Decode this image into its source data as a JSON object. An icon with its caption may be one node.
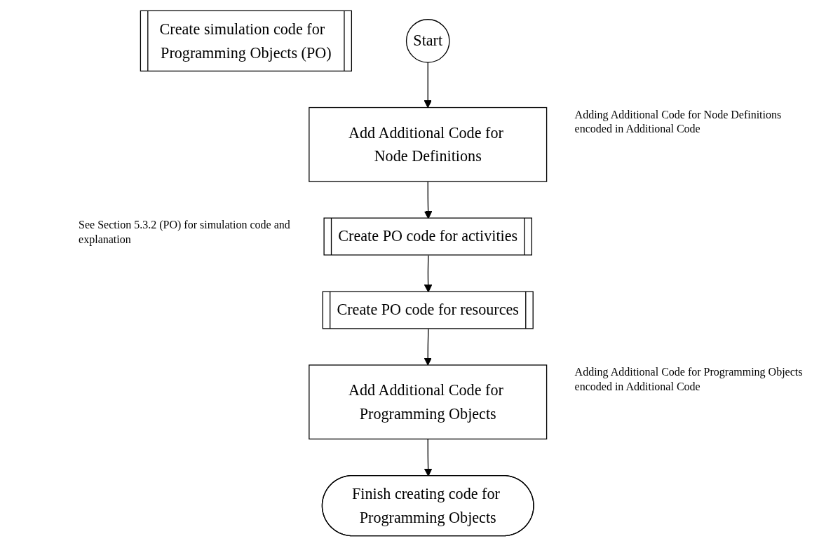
{
  "diagram": {
    "nodes": [
      {
        "text": [
          "Create simulation code for  Programming Objects (PO)"
        ]
      },
      {
        "text": [
          "Start"
        ]
      },
      {
        "text": [
          "Add Additional Code for Node Definitions"
        ],
        "beside": [
          "Adding Additional Code for Node Definitions encoded in Additional Code"
        ]
      },
      {
        "text": [
          "Create PO code for activities"
        ],
        "beside": [
          "See Section 5.3.2 (PO) for simulation code and explanation"
        ]
      },
      {
        "text": [
          "Create PO code for resources"
        ]
      },
      {
        "text": [
          "Add Additional Code for Programming Objects"
        ],
        "beside": [
          "Adding Additional Code for Programming Objects encoded in Additional Code"
        ]
      },
      {
        "text": [
          "Finish creating code for Programming Objects"
        ]
      }
    ],
    "edges": [
      {
        "from": 1,
        "to": 2,
        "arrow": "to"
      },
      {
        "from": 2,
        "to": 3,
        "arrow": "to"
      },
      {
        "from": 3,
        "to": 4,
        "arrow": "to"
      },
      {
        "from": 4,
        "to": 5,
        "arrow": "to"
      },
      {
        "from": 5,
        "to": 6,
        "arrow": "to"
      }
    ]
  }
}
